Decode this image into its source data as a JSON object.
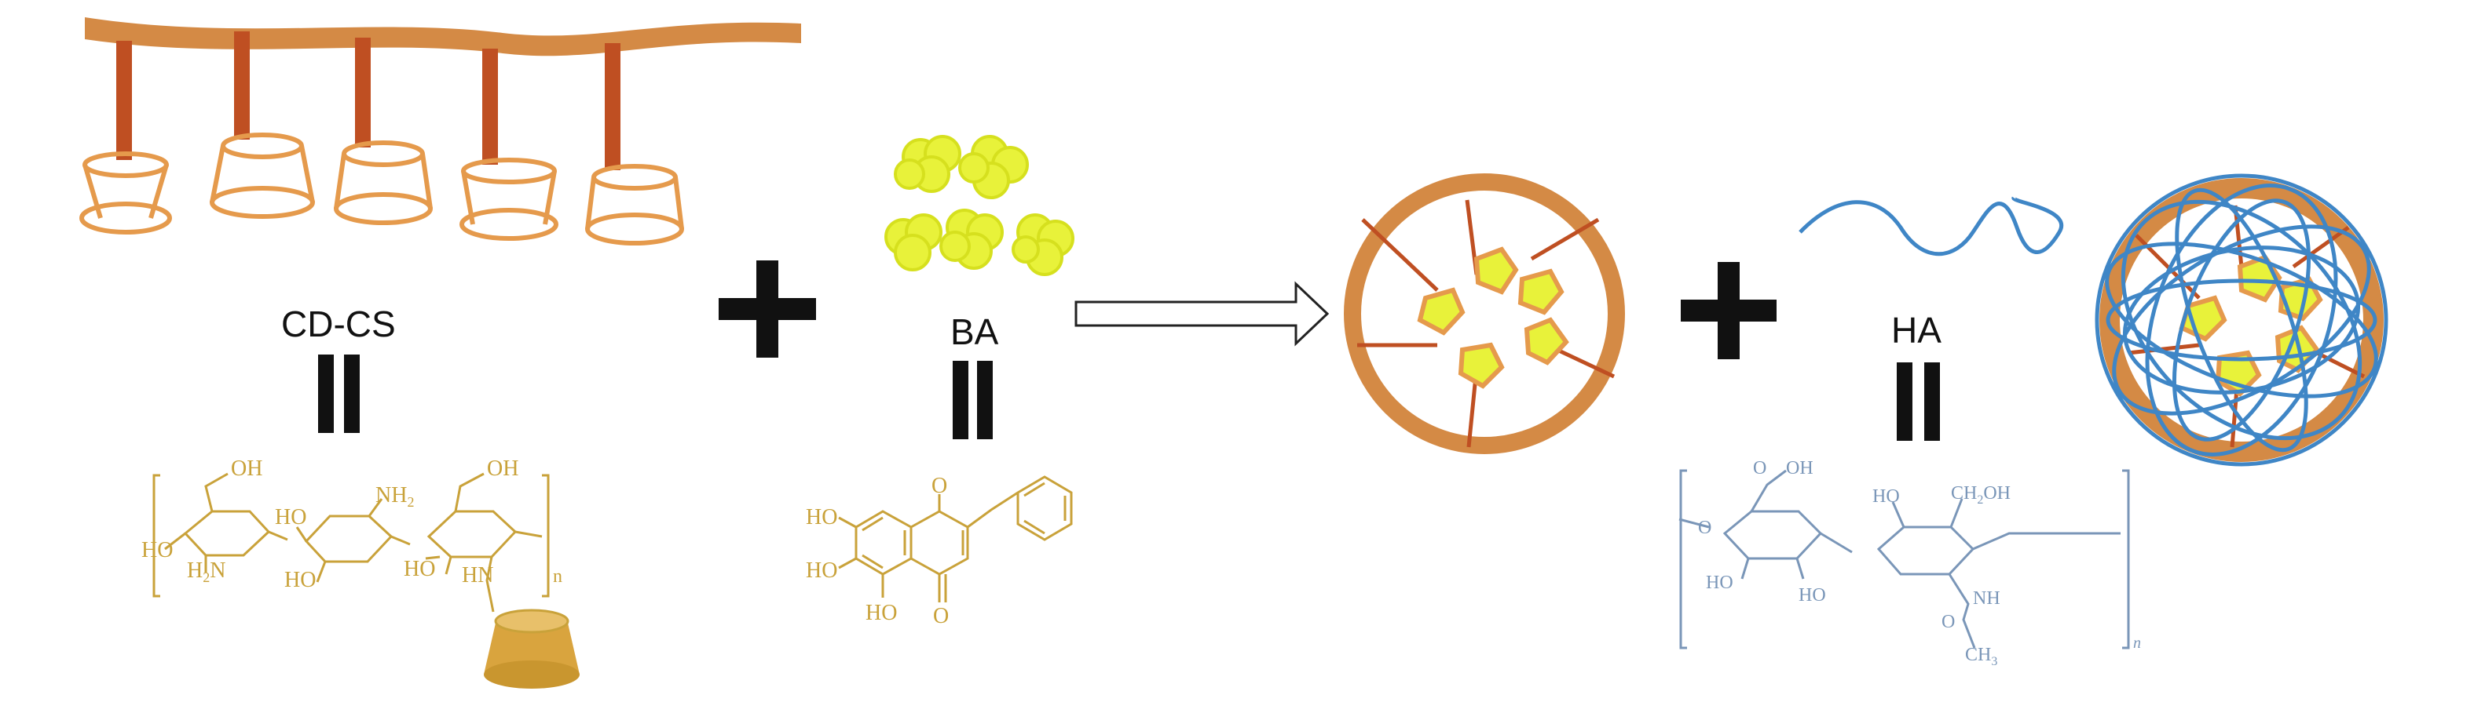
{
  "labels": {
    "cdcs": "CD-CS",
    "ba": "BA",
    "ha": "HA"
  },
  "structures": {
    "cdcs": {
      "oh_top1": "OH",
      "ho_mid1": "HO",
      "nh2_top": "NH",
      "nh2_sub": "2",
      "oh_top2": "OH",
      "ho_left": "HO",
      "h2n": "H",
      "h2n_sub": "2",
      "h2n_n": "N",
      "ho_bot": "HO",
      "ho_bot2": "HO",
      "hn": "HN",
      "n_repeat": "n"
    },
    "ba": {
      "ho1": "HO",
      "ho2": "HO",
      "ho3": "HO",
      "o_ring": "O",
      "o_keto": "O"
    },
    "ha": {
      "c_o": "O",
      "oh_acid": "OH",
      "ho_a": "HO",
      "ch2oh": "CH",
      "ch2oh_sub": "2",
      "ch2oh_oh": "OH",
      "ho_b": "HO",
      "ho_c": "HO",
      "nh": "NH",
      "o_acetyl": "O",
      "ch3": "CH",
      "ch3_sub": "3",
      "o_link": "O",
      "n_repeat": "n"
    }
  },
  "colors": {
    "polymer": "#d48a45",
    "linker": "#bf4f22",
    "cd_outline": "#e59a4c",
    "drug": "#e8f23a",
    "drug_edge": "#d6e01e",
    "chem_cdcs": "#c9a23a",
    "chem_ha": "#7a96b8",
    "ha_strand": "#3f86c6",
    "equals": "#111111",
    "plus": "#111111"
  },
  "icons": {
    "plus1": "plus-icon",
    "plus2": "plus-icon",
    "arrow": "right-arrow-icon",
    "equals1": "equals-icon",
    "equals2": "equals-icon",
    "equals3": "equals-icon"
  }
}
